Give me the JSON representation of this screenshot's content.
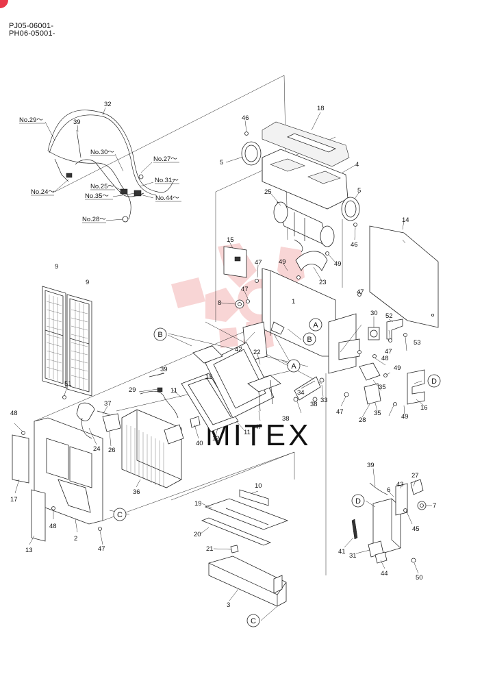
{
  "header": {
    "line1": "PJ05-06001-",
    "line2": "PH06-05001-"
  },
  "watermark": {
    "text": "MITEX",
    "color": "#e8384a"
  },
  "accent_color": "#e8384a",
  "part_numbers": [
    "1",
    "2",
    "3",
    "4",
    "5",
    "5",
    "6",
    "7",
    "8",
    "9",
    "9",
    "10",
    "11",
    "11",
    "12",
    "12",
    "13",
    "14",
    "15",
    "16",
    "17",
    "18",
    "19",
    "20",
    "21",
    "22",
    "23",
    "24",
    "25",
    "26",
    "27",
    "28",
    "29",
    "30",
    "31",
    "32",
    "33",
    "34",
    "35",
    "35",
    "36",
    "37",
    "38",
    "38",
    "39",
    "39",
    "39",
    "40",
    "41",
    "42",
    "43",
    "44",
    "45",
    "46",
    "46",
    "47",
    "47",
    "47",
    "47",
    "47",
    "47",
    "47",
    "48",
    "48",
    "48",
    "49",
    "49",
    "49",
    "49",
    "50",
    "51",
    "52",
    "53"
  ],
  "wire_refs": [
    "No.29",
    "No.30",
    "No.27",
    "No.24",
    "No.25",
    "No.31",
    "No.35",
    "No.44",
    "No.28"
  ],
  "callouts": [
    "A",
    "A",
    "B",
    "B",
    "C",
    "C",
    "D",
    "D"
  ]
}
